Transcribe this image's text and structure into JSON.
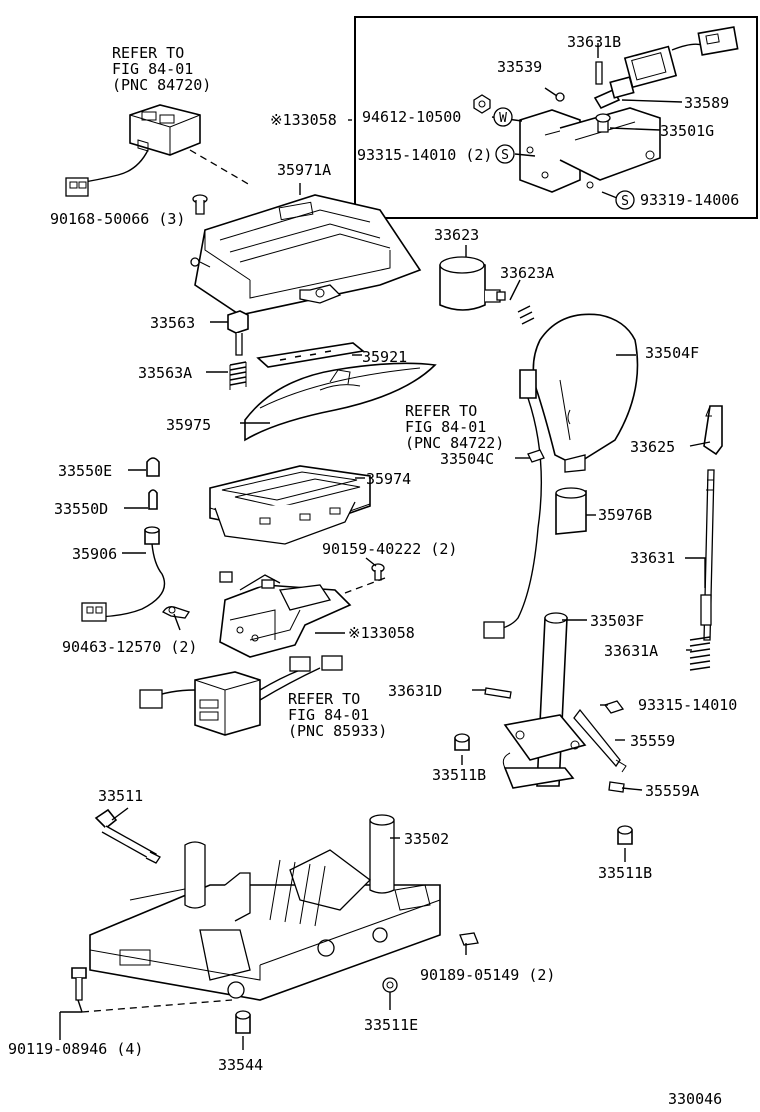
{
  "figure_number": "330046",
  "inset": {
    "labels": {
      "p33631B": "33631B",
      "p33539": "33539",
      "p33589": "33589",
      "p94612": "94612-10500",
      "p33501G": "33501G",
      "p93315a": "93315-14010 (2)",
      "p93319": "93319-14006",
      "w_mark": "W",
      "s_mark1": "S",
      "s_mark2": "S"
    }
  },
  "labels": {
    "refer1_l1": "REFER TO",
    "refer1_l2": "FIG 84-01",
    "refer1_l3": "(PNC 84720)",
    "p133058_top": "※133058",
    "p35971A": "35971A",
    "p90168": "90168-50066 (3)",
    "p33623": "33623",
    "p33623A": "33623A",
    "p33563": "33563",
    "p35921": "35921",
    "p33504F": "33504F",
    "p33563A": "33563A",
    "refer2_l1": "REFER TO",
    "refer2_l2": "FIG 84-01",
    "refer2_l3": "(PNC 84722)",
    "p35975": "35975",
    "p33625": "33625",
    "p33504C": "33504C",
    "p33550E": "33550E",
    "p35974": "35974",
    "p33550D": "33550D",
    "p35976B": "35976B",
    "p35906": "35906",
    "p90159": "90159-40222 (2)",
    "p33631": "33631",
    "p133058_mid": "※133058",
    "p90463": "90463-12570 (2)",
    "p33503F": "33503F",
    "p33631A": "33631A",
    "refer3_l1": "REFER TO",
    "refer3_l2": "FIG 84-01",
    "refer3_l3": "(PNC 85933)",
    "p33631D": "33631D",
    "p93315b": "93315-14010",
    "p35559": "35559",
    "p33511B_a": "33511B",
    "p35559A": "35559A",
    "p33511": "33511",
    "p33502": "33502",
    "p33511B_b": "33511B",
    "p90189": "90189-05149 (2)",
    "p90119": "90119-08946 (4)",
    "p33511E": "33511E",
    "p33544": "33544"
  }
}
